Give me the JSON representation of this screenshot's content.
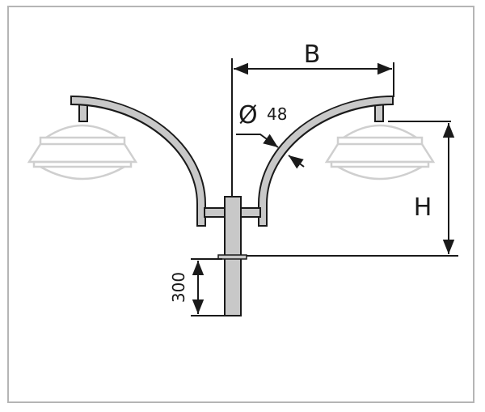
{
  "diagram": {
    "dimension_b_label": "B",
    "dimension_h_label": "H",
    "pipe_diameter_symbol": "Ø",
    "pipe_diameter_value": "48",
    "footing_depth_label": "300"
  },
  "colors": {
    "metal_fill": "#c8c8c8",
    "outline": "#1a1a1a",
    "lamp": "#cfcfcf",
    "frame": "#b5b5b5"
  }
}
